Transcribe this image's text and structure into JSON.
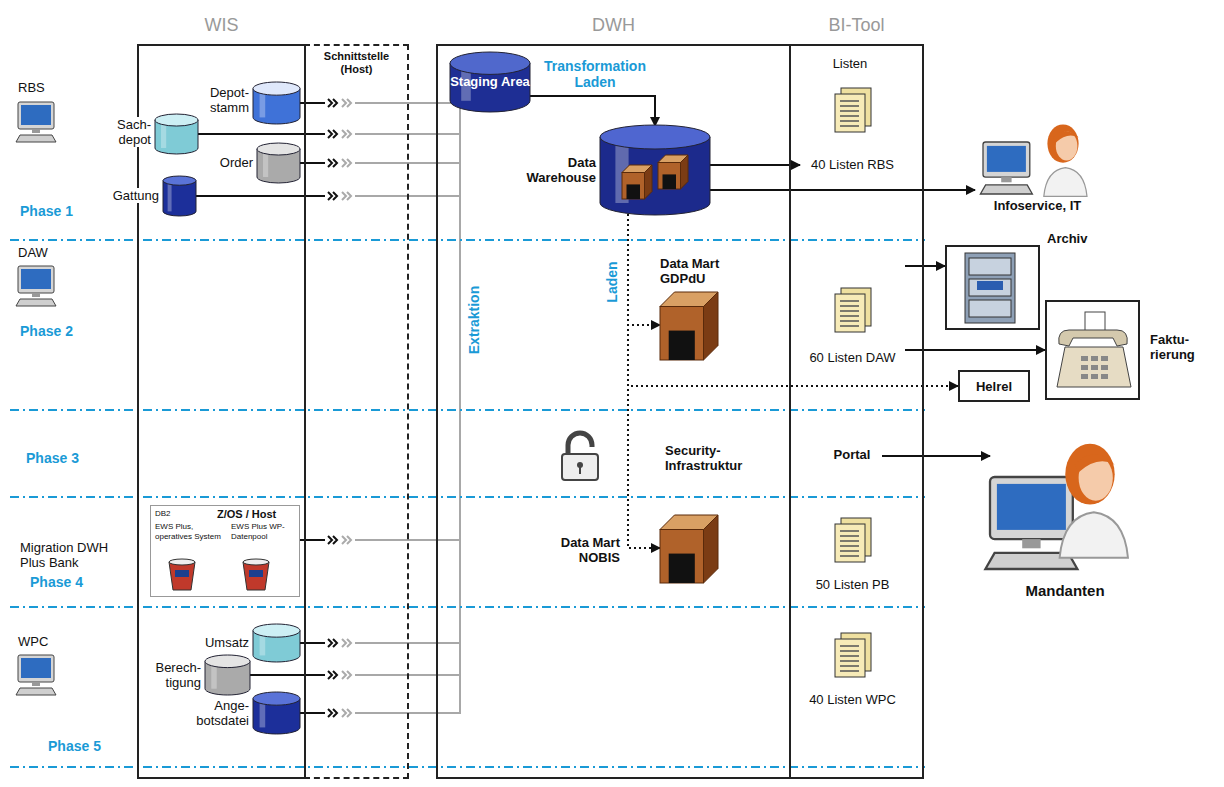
{
  "diagram": {
    "nodes": [
      {
        "text": [
          "RBS"
        ]
      },
      {
        "text": [
          "WIS"
        ]
      },
      {
        "text": [
          "Schnittstelle (Host)"
        ]
      },
      {
        "text": [
          "DWH"
        ]
      },
      {
        "text": [
          "BI-Tool"
        ]
      },
      {
        "text": [
          "Staging Area"
        ],
        "in": 3
      },
      {
        "text": [
          "Depot- stamm"
        ],
        "in": 1
      },
      {
        "text": [
          "Sach- depot"
        ],
        "in": 1
      },
      {
        "text": [
          "Order"
        ],
        "in": 1
      },
      {
        "text": [
          "Gattung"
        ],
        "in": 1
      },
      {
        "text": [
          "Data Warehouse"
        ],
        "in": 3
      },
      {
        "text": [
          "40 Listen RBS"
        ],
        "in": 4
      },
      {
        "text": [
          "Infoservice, IT"
        ]
      },
      {
        "text": [
          "DAW"
        ]
      },
      {
        "text": [
          "Data Mart GDPdU"
        ],
        "in": 3
      },
      {
        "text": [
          "60 Listen DAW"
        ],
        "in": 4
      },
      {
        "text": [
          "Archiv"
        ]
      },
      {
        "text": [
          "Faktu- rierung"
        ]
      },
      {
        "text": [
          "Helrel"
        ]
      },
      {
        "text": [
          "Portal"
        ],
        "in": 4
      },
      {
        "text": [
          "Mandanten"
        ]
      },
      {
        "text": [
          "DB2",
          "Z/OS / Host",
          "EWS Plus, operatives System",
          "EWS Plus WP-Datenpool"
        ],
        "in": 1
      },
      {
        "text": [
          "Data Mart NOBIS"
        ],
        "in": 3
      },
      {
        "text": [
          "50 Listen PB"
        ],
        "in": 4
      },
      {
        "text": [
          "WPC"
        ]
      },
      {
        "text": [
          "Umsatz"
        ],
        "in": 1
      },
      {
        "text": [
          "Berech- tigung"
        ],
        "in": 1
      },
      {
        "text": [
          "Ange- botsdatei"
        ],
        "in": 1
      },
      {
        "text": [
          "40 Listen WPC"
        ],
        "in": 4
      }
    ],
    "edges": [
      {
        "from": 6,
        "to": 5,
        "arrow": "none"
      },
      {
        "from": 7,
        "to": 5,
        "arrow": "none"
      },
      {
        "from": 8,
        "to": 5,
        "arrow": "none"
      },
      {
        "from": 9,
        "to": 5,
        "arrow": "none"
      },
      {
        "from": 21,
        "to": 5,
        "arrow": "none"
      },
      {
        "from": 25,
        "to": 5,
        "arrow": "none"
      },
      {
        "from": 26,
        "to": 5,
        "arrow": "none"
      },
      {
        "from": 27,
        "to": 5,
        "arrow": "none"
      },
      {
        "from": 5,
        "to": 10,
        "label": "Transformation Laden",
        "arrow": "to"
      },
      {
        "from": 10,
        "to": 11,
        "arrow": "to"
      },
      {
        "from": 10,
        "to": 12,
        "arrow": "to"
      },
      {
        "from": 10,
        "to": 14,
        "label": "Laden",
        "arrow": "to"
      },
      {
        "from": 10,
        "to": 18,
        "arrow": "to"
      },
      {
        "from": 10,
        "to": 22,
        "arrow": "to"
      },
      {
        "from": 15,
        "to": 16,
        "arrow": "to"
      },
      {
        "from": 15,
        "to": 17,
        "arrow": "to"
      },
      {
        "from": 19,
        "to": 20,
        "arrow": "to"
      }
    ],
    "labels": [
      "Phase 1",
      "Phase 2",
      "Phase 3",
      "Migration DWH Plus Bank",
      "Phase 4",
      "Phase 5",
      "Listen",
      "Extraktion",
      "Security- Infrastruktur"
    ]
  }
}
